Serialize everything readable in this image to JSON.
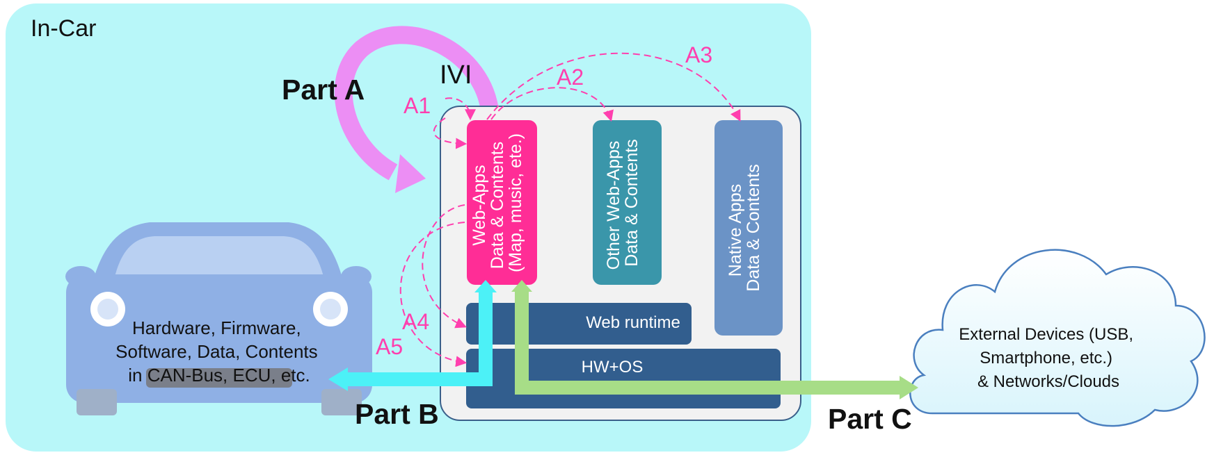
{
  "labels": {
    "in_car": "In-Car",
    "ivi": "IVI",
    "part_a": "Part A",
    "part_b": "Part B",
    "part_c": "Part C",
    "a1": "A1",
    "a2": "A2",
    "a3": "A3",
    "a4": "A4",
    "a5": "A5"
  },
  "ivi_blocks": {
    "web_apps": [
      "Web-Apps",
      "Data & Contents",
      "(Map, music, ete.)"
    ],
    "other_web_apps": [
      "Other Web-Apps",
      "Data & Contents"
    ],
    "native_apps": [
      "Native Apps",
      "Data & Contents"
    ],
    "web_runtime": "Web runtime",
    "hw_os": "HW+OS"
  },
  "car_text": [
    "Hardware, Firmware,",
    "Software,  Data, Contents",
    "in CAN-Bus, ECU, etc."
  ],
  "cloud_text": [
    "External Devices (USB,",
    "Smartphone, etc.)",
    "& Networks/Clouds"
  ],
  "colors": {
    "in_car_bg": "#b8f7f9",
    "ivi_bg": "#f2f2f2",
    "ivi_border": "#3a5f8a",
    "web_apps": "#ff2d96",
    "other_web_apps": "#3a96aa",
    "native_apps": "#6b93c6",
    "runtime": "#325e8e",
    "dashed_arrow": "#ff3fae",
    "part_a_arrow": "#ec8ef4",
    "part_b_arrow": "#4cf1f7",
    "part_c_arrow": "#a7dd87",
    "car": "#8fb0e5",
    "cloud": "#eaf9fe"
  }
}
